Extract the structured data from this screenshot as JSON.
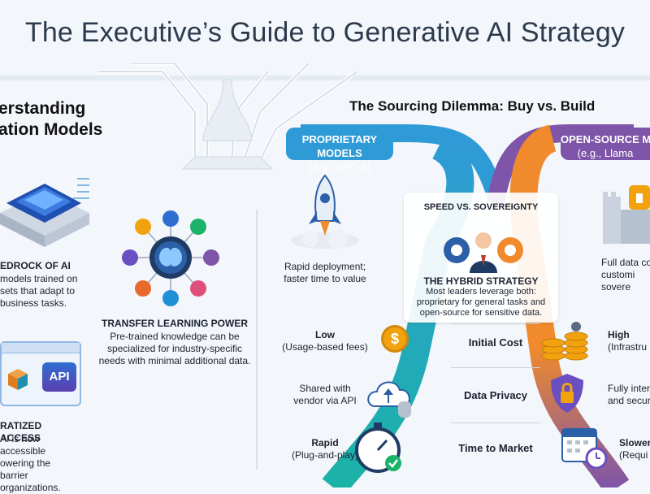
{
  "title": "The Executive’s Guide to Generative AI Strategy",
  "left": {
    "heading_line1": "erstanding",
    "heading_line2": "ation Models",
    "bedrock": {
      "title": "EDROCK OF AI",
      "line1": "models trained on",
      "line2": "sets that adapt to",
      "line3": "business tasks."
    },
    "transfer": {
      "title": "TRANSFER LEARNING POWER",
      "line1": "Pre-trained knowledge can be",
      "line2": "specialized for industry-specific",
      "line3": "needs with minimal additional data."
    },
    "access": {
      "api_label": "API",
      "title": "RATIZED ACCESS",
      "line1": "AI is now accessible",
      "line2": "owering the barrier",
      "line3": "organizations."
    }
  },
  "right": {
    "heading": "The Sourcing Dilemma: Buy vs. Build",
    "proprietary": {
      "line1": "PROPRIETARY MODELS",
      "line2": "(e.g., GPT-4)"
    },
    "opensource": {
      "line1": "OPEN-SOURCE M",
      "line2": "(e.g., Llama"
    },
    "speed": "SPEED VS. SOVEREIGNTY",
    "hybrid": {
      "title": "THE HYBRID STRATEGY",
      "line1": "Most leaders leverage both:",
      "line2": "proprietary for general tasks and",
      "line3": "open-source for sensitive data."
    },
    "rapid_deploy": {
      "line1": "Rapid deployment;",
      "line2": "faster time to value"
    },
    "full_data": {
      "line1": "Full data co",
      "line2": "customi",
      "line3": "sovere"
    },
    "rows": [
      {
        "left_bold": "Low",
        "left_sub": "(Usage-based fees)",
        "center": "Initial Cost",
        "right_bold": "High",
        "right_sub": "(Infrastru"
      },
      {
        "left_bold": "",
        "left_sub": "Shared with\nvendor via API",
        "center": "Data Privacy",
        "right_bold": "",
        "right_sub": "Fully inter\nand secur"
      },
      {
        "left_bold": "Rapid",
        "left_sub": "(Plug-and-play)",
        "center": "Time to Market",
        "right_bold": "Slower",
        "right_sub": "(Requi"
      }
    ],
    "dollar_sign": "$"
  },
  "colors": {
    "blue": "#2f9bd6",
    "teal": "#1bb3a6",
    "orange": "#f08a2c",
    "purple": "#7e55a8",
    "navy": "#1f3b63"
  },
  "icons": [
    "rocket-icon",
    "microchip-icon",
    "brain-network-icon",
    "api-window-icon",
    "gears-person-icon",
    "castle-lock-icon",
    "dollar-coin-icon",
    "coin-stack-icon",
    "cloud-upload-icon",
    "shield-lock-icon",
    "stopwatch-icon",
    "calendar-clock-icon"
  ]
}
